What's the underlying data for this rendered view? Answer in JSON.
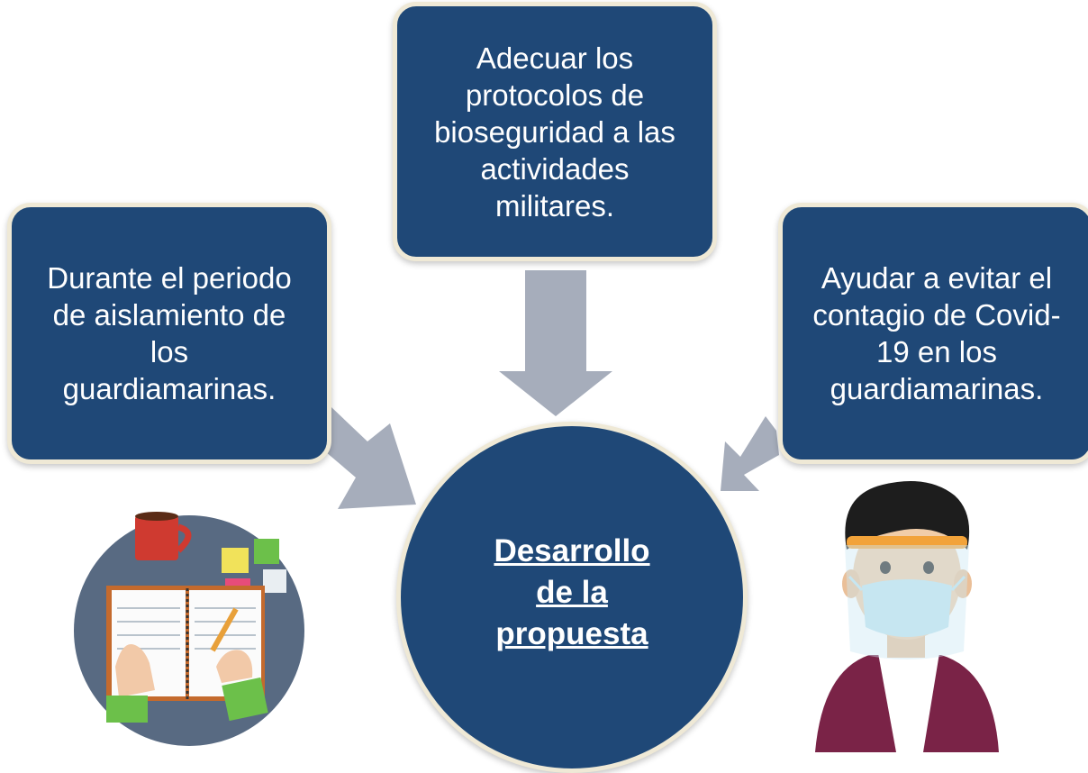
{
  "diagram": {
    "hub": {
      "label": "Desarrollo\nde la\npropuesta"
    },
    "nodes": [
      {
        "id": "left",
        "text": "Durante el periodo\nde aislamiento de\nlos\nguardiamarinas."
      },
      {
        "id": "top",
        "text": "Adecuar los\nprotocolos de\nbioseguridad a las\nactividades\nmilitares."
      },
      {
        "id": "right",
        "text": "Ayudar a evitar el\ncontagio de Covid-\n19 en los\nguardiamarinas."
      }
    ],
    "colors": {
      "box_fill": "#1f4877",
      "box_border": "#efe9d6",
      "arrow": "#a6adbb",
      "text": "#ffffff"
    },
    "illustrations": [
      {
        "name": "notebook-writing-illustration"
      },
      {
        "name": "person-face-shield-mask-illustration"
      }
    ]
  }
}
